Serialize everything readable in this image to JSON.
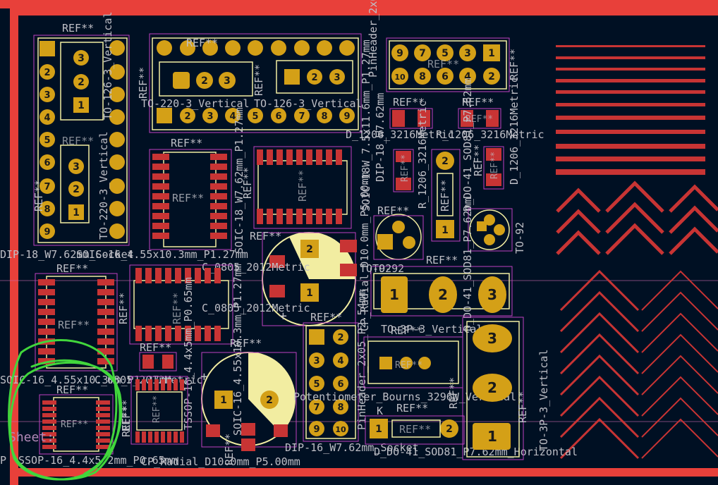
{
  "colors": {
    "background": "#001023",
    "edge_cuts": "#e8403a",
    "copper": "#c83434",
    "pad": "#d4a017",
    "silk": "#f2eda1",
    "courtyard": "#c040c0",
    "ref_text": "#bfbfc6",
    "green_ink": "#41d63c"
  },
  "icons": [
    "pcb-pad",
    "footprint-courtyard",
    "copper-track"
  ],
  "refs": {
    "ref": "REF**",
    "ref_faded": "REF**"
  },
  "labels": {
    "dip18_label": "DIP-18_W7.62mm_Socket",
    "to220_left_label": "TO-220-3_Vertical",
    "to220_top_label": "TO-220-3_Vertical",
    "to126_label": "TO-126-3_Vertical",
    "to126_left_label": "TO-126-3_Vertical",
    "soic18_label": "SOIC-18_W7.62mm_P1.27mm",
    "dip_w762_label": "DIP-18_W7.62mm",
    "pinheader_label": "PinHeader_2x05_P2.54mm",
    "d1206_label": "D_1206_3216Metric",
    "r1206_label": "R_1206_3216Metric",
    "c0805_label": "C_0805_2012Metric",
    "c0805_b_label": "C_0805_2012Metric",
    "cp_radial_label": "CP_Radial_D10.0mm_P5.00mm",
    "cp_radial_b_label": "CP_Radial_D10.0mm_P5.00mm",
    "tssop_label": "TSSOP-16_4.4x5mm_P0.65mm",
    "ssop_label": "SSOP-16_4.4x5.2mm_P0.65mm",
    "soic_w10_label": "SOIC-18W_7.5x11.6mm_P1.27mm",
    "soic_w10_b_label": "SOIC-16_4.55x10.3mm_P1.27mm",
    "to92_label": "TO-92",
    "to92_b_label": "TO-92",
    "d_do41_label": "D_DO-41_SOD81_P7.62mm",
    "d_do41_b_label": "D_DO-41_SOD81_P7.62mm_Horizontal",
    "to3p_label": "TO-3P-3_Vertical",
    "to3p_b_label": "TO-3P-3_Vertical",
    "pot_label": "Potentiometer_Bourns_3296W_Vertical",
    "pinheader_b_label": "PinHeader_2x05_P2.54mm",
    "sheet_label": "Sheet:",
    "k_label": "K",
    "dip_bottom_label": "DIP-16_W7.62mm_Socket",
    "p_left_label": "P"
  },
  "pins": {
    "p1": "1",
    "p2": "2",
    "p3": "3",
    "p4": "4",
    "p5": "5",
    "p6": "6",
    "p7": "7",
    "p8": "8",
    "p9": "9",
    "p10": "10"
  }
}
